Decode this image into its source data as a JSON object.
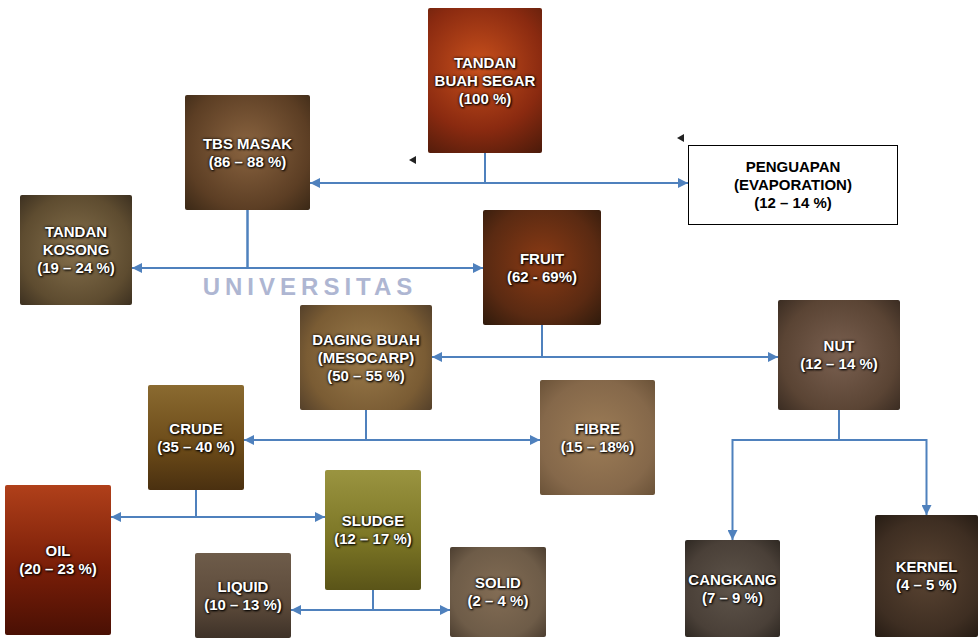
{
  "diagram": {
    "nodes": [
      {
        "text": [
          "TANDAN BUAH SEGAR",
          "(100 %)"
        ]
      },
      {
        "text": [
          "TBS MASAK",
          "(86 – 88 %)"
        ]
      },
      {
        "text": [
          "PENGUAPAN (EVAPORATION)",
          "(12 – 14 %)"
        ]
      },
      {
        "text": [
          "TANDAN KOSONG",
          "(19 – 24 %)"
        ]
      },
      {
        "text": [
          "FRUIT",
          "(62 - 69%)"
        ]
      },
      {
        "text": [
          "DAGING BUAH (MESOCARP)",
          "(50 – 55 %)"
        ]
      },
      {
        "text": [
          "NUT",
          "(12 – 14 %)"
        ]
      },
      {
        "text": [
          "CRUDE",
          "(35 – 40 %)"
        ]
      },
      {
        "text": [
          "FIBRE",
          "(15 – 18%)"
        ]
      },
      {
        "text": [
          "SLUDGE",
          "(12 – 17 %)"
        ]
      },
      {
        "text": [
          "OIL",
          "(20 – 23 %)"
        ]
      },
      {
        "text": [
          "LIQUID",
          "(10 – 13 %)"
        ]
      },
      {
        "text": [
          "SOLID",
          "(2 – 4 %)"
        ]
      },
      {
        "text": [
          "CANGKANG",
          "(7 – 9 %)"
        ]
      },
      {
        "text": [
          "KERNEL",
          "(4 – 5 %)"
        ]
      }
    ],
    "edges": [
      {
        "from": 0,
        "to": 1,
        "arrow": "to"
      },
      {
        "from": 0,
        "to": 2,
        "arrow": "to"
      },
      {
        "from": 1,
        "to": 3,
        "arrow": "to"
      },
      {
        "from": 1,
        "to": 4,
        "arrow": "to"
      },
      {
        "from": 4,
        "to": 5,
        "arrow": "to"
      },
      {
        "from": 4,
        "to": 6,
        "arrow": "to"
      },
      {
        "from": 5,
        "to": 7,
        "arrow": "to"
      },
      {
        "from": 5,
        "to": 8,
        "arrow": "to"
      },
      {
        "from": 7,
        "to": 10,
        "arrow": "to"
      },
      {
        "from": 7,
        "to": 9,
        "arrow": "to"
      },
      {
        "from": 9,
        "to": 11,
        "arrow": "to"
      },
      {
        "from": 9,
        "to": 12,
        "arrow": "to"
      },
      {
        "from": 6,
        "to": 13,
        "arrow": "to"
      },
      {
        "from": 6,
        "to": 14,
        "arrow": "to"
      }
    ],
    "labels": [
      "UNIVERSITAS"
    ]
  }
}
